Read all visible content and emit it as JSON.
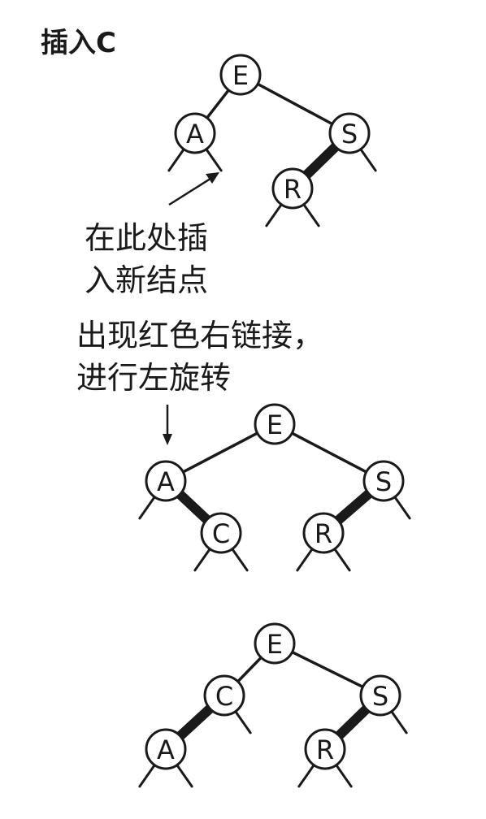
{
  "title": "插入C",
  "annotation_insert": [
    "在此处插",
    "入新结点"
  ],
  "annotation_rotate": [
    "出现红色右链接，",
    "进行左旋转"
  ],
  "colors": {
    "ink": "#1a1a1a",
    "background": "#ffffff"
  },
  "trees": [
    {
      "nodes": [
        {
          "id": "E",
          "label": "E"
        },
        {
          "id": "A",
          "label": "A"
        },
        {
          "id": "S",
          "label": "S"
        },
        {
          "id": "R",
          "label": "R"
        }
      ],
      "edges": [
        {
          "from": "E",
          "to": "A",
          "color": "black"
        },
        {
          "from": "E",
          "to": "S",
          "color": "black"
        },
        {
          "from": "S",
          "to": "R",
          "color": "red"
        }
      ]
    },
    {
      "nodes": [
        {
          "id": "E",
          "label": "E"
        },
        {
          "id": "A",
          "label": "A"
        },
        {
          "id": "C",
          "label": "C"
        },
        {
          "id": "S",
          "label": "S"
        },
        {
          "id": "R",
          "label": "R"
        }
      ],
      "edges": [
        {
          "from": "E",
          "to": "A",
          "color": "black"
        },
        {
          "from": "A",
          "to": "C",
          "color": "red"
        },
        {
          "from": "E",
          "to": "S",
          "color": "black"
        },
        {
          "from": "S",
          "to": "R",
          "color": "red"
        }
      ]
    },
    {
      "nodes": [
        {
          "id": "E",
          "label": "E"
        },
        {
          "id": "C",
          "label": "C"
        },
        {
          "id": "A",
          "label": "A"
        },
        {
          "id": "S",
          "label": "S"
        },
        {
          "id": "R",
          "label": "R"
        }
      ],
      "edges": [
        {
          "from": "E",
          "to": "C",
          "color": "black"
        },
        {
          "from": "C",
          "to": "A",
          "color": "red"
        },
        {
          "from": "E",
          "to": "S",
          "color": "black"
        },
        {
          "from": "S",
          "to": "R",
          "color": "red"
        }
      ]
    }
  ]
}
